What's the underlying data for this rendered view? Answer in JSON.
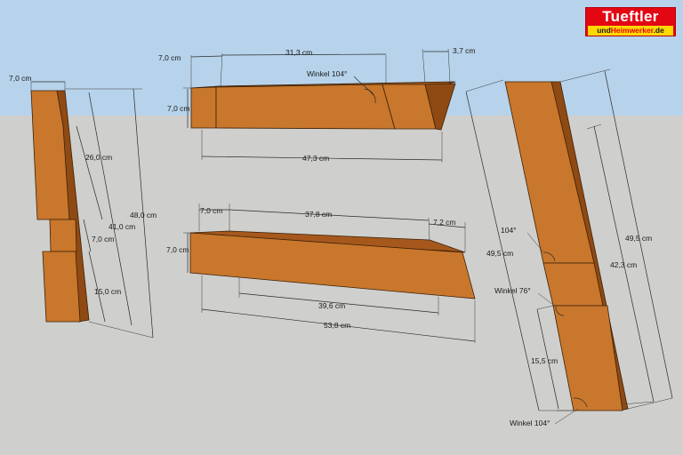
{
  "logo": {
    "line1": "Tueftler",
    "line2a": "und",
    "line2b": "Heimwerker",
    "line2c": ".de"
  },
  "colors": {
    "sky": "#b7d3eb",
    "ground": "#cfcfcd",
    "wood_front": "#c8772c",
    "wood_side": "#8f4a14",
    "wood_top": "#a6581c"
  },
  "piece1": {
    "d_width": "7,0 cm",
    "d_top": "26,0 cm",
    "d_total_inner": "41,0 cm",
    "d_total": "48,0 cm",
    "d_notch": "7,0 cm",
    "d_bottom": "15,0 cm"
  },
  "piece2": {
    "d_left": "7,0 cm",
    "d_mid": "31,3 cm",
    "d_right": "3,7 cm",
    "d_height": "7,0 cm",
    "angle": "Winkel 104°",
    "d_total": "47,3 cm"
  },
  "piece3": {
    "d_left": "7,0 cm",
    "d_mid": "37,8 cm",
    "d_right": "7,2 cm",
    "d_height": "7,0 cm",
    "d_bottom": "39,6 cm",
    "d_total": "53,8 cm"
  },
  "piece4": {
    "angle_top": "104°",
    "angle_mid": "Winkel 76°",
    "angle_bottom": "Winkel 104°",
    "d_left_total": "49,5 cm",
    "d_right_total": "49,5 cm",
    "d_right_inner": "42,3 cm",
    "d_bottom": "15,5 cm"
  }
}
